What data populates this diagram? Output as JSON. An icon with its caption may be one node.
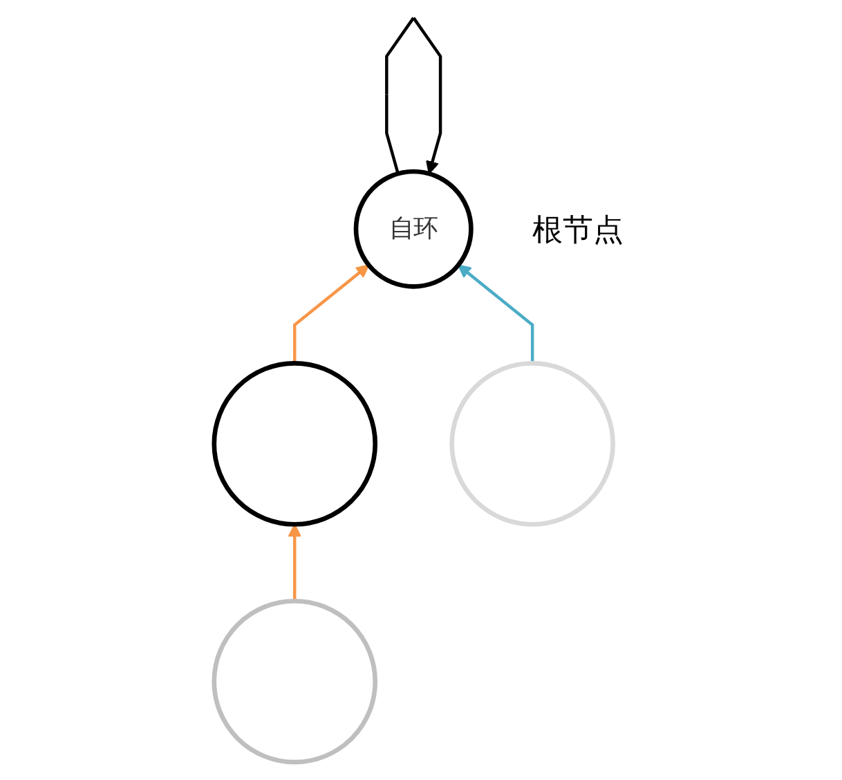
{
  "diagram": {
    "nodes": [
      {
        "text": [
          "自环"
        ],
        "beside": [
          "根节点"
        ]
      },
      {
        "text": [],
        "shape": "circle"
      },
      {
        "text": [],
        "shape": "circle"
      },
      {
        "text": [],
        "shape": "circle"
      }
    ],
    "edges": [
      {
        "from": 0,
        "to": 0,
        "arrow": "to",
        "color": "#000000"
      },
      {
        "from": 1,
        "to": 0,
        "arrow": "to"
      },
      {
        "from": 2,
        "to": 0,
        "arrow": "to",
        "color": "#4bacc6"
      },
      {
        "from": 3,
        "to": 1,
        "arrow": "to"
      }
    ]
  }
}
